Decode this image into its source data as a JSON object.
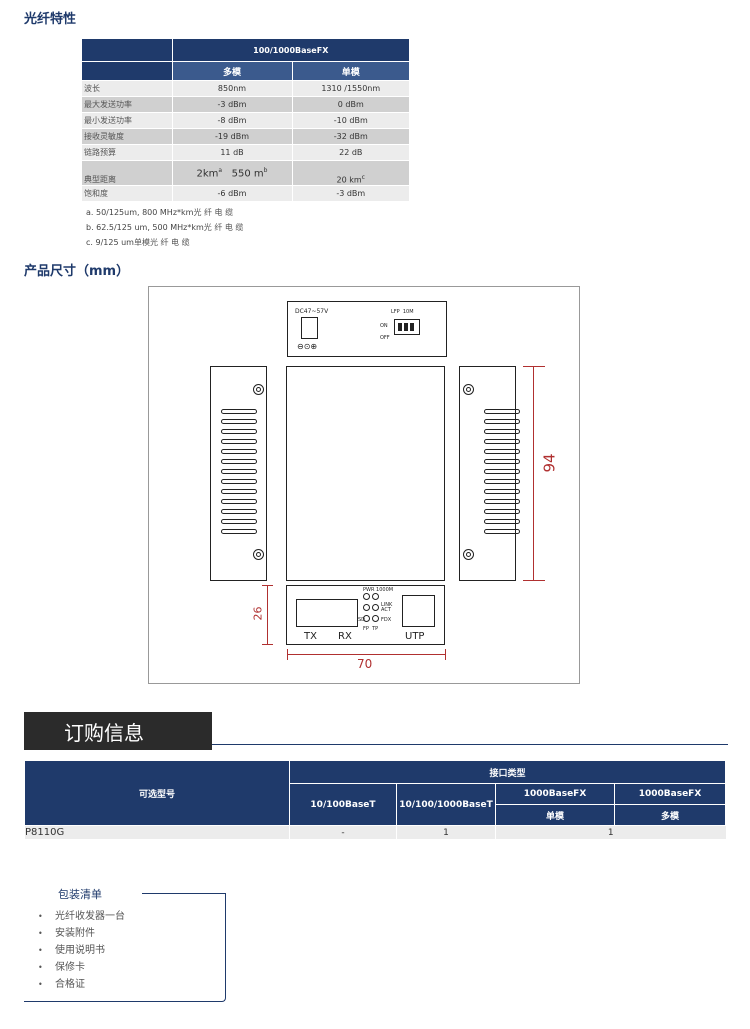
{
  "fiber": {
    "title": "光纤特性",
    "header": "100/1000BaseFX",
    "columns": [
      "多模",
      "单模"
    ],
    "rows": [
      {
        "label": "波长",
        "mm": "850nm",
        "sm": "1310 /1550nm"
      },
      {
        "label": "最大发送功率",
        "mm": "-3 dBm",
        "sm": "0 dBm"
      },
      {
        "label": "最小发送功率",
        "mm": "-8 dBm",
        "sm": "-10 dBm"
      },
      {
        "label": "接收灵敏度",
        "mm": "-19 dBm",
        "sm": "-32 dBm"
      },
      {
        "label": "链路预算",
        "mm": "11 dB",
        "sm": "22 dB"
      }
    ],
    "distance": {
      "label": "典型距离",
      "mm_a": "2km",
      "sup_a": "a",
      "mm_b": "550 m",
      "sup_b": "b",
      "sm": "20 km",
      "sup_c": "c"
    },
    "saturation": {
      "label": "饱和度",
      "mm": "-6 dBm",
      "sm": "-3 dBm"
    },
    "notes": [
      {
        "en": "a. 50/125um, 800 MHz*km",
        "cn": "光 纤 电 缆"
      },
      {
        "en": "b. 62.5/125 um, 500 MHz*km",
        "cn": "光 纤 电 缆"
      },
      {
        "en": "c. 9/125 um",
        "cn": "单模光 纤 电 缆"
      }
    ]
  },
  "dimensions": {
    "title": "产品尺寸（mm）",
    "height": "94",
    "width": "70",
    "panel_height": "26",
    "power_label": "DC47~57V",
    "dip_labels": {
      "lfp": "LFP",
      "mode": "10M",
      "on": "ON",
      "off": "OFF"
    },
    "port_labels": {
      "tx": "TX",
      "rx": "RX",
      "utp": "UTP"
    },
    "led_labels": {
      "top": "PWR 1000M",
      "link": "LINK",
      "act": "ACT",
      "sd": "SD",
      "fdx": "FDX",
      "fp": "FP",
      "tp": "TP"
    }
  },
  "order": {
    "title": "订购信息",
    "model_header": "可选型号",
    "interface_header": "接口类型",
    "cols": [
      "10/100BaseT",
      "10/100/1000BaseT",
      "1000BaseFX",
      "1000BaseFX"
    ],
    "subcols": [
      "单模",
      "多模"
    ],
    "row": {
      "model": "P8110G",
      "c1": "-",
      "c2": "1",
      "c3": "1"
    }
  },
  "packing": {
    "title": "包装清单",
    "items": [
      "光纤收发器一台",
      "安装附件",
      "使用说明书",
      "保修卡",
      "合格证"
    ]
  },
  "colors": {
    "navy": "#1f3a6b",
    "dim_red": "#b03030"
  }
}
